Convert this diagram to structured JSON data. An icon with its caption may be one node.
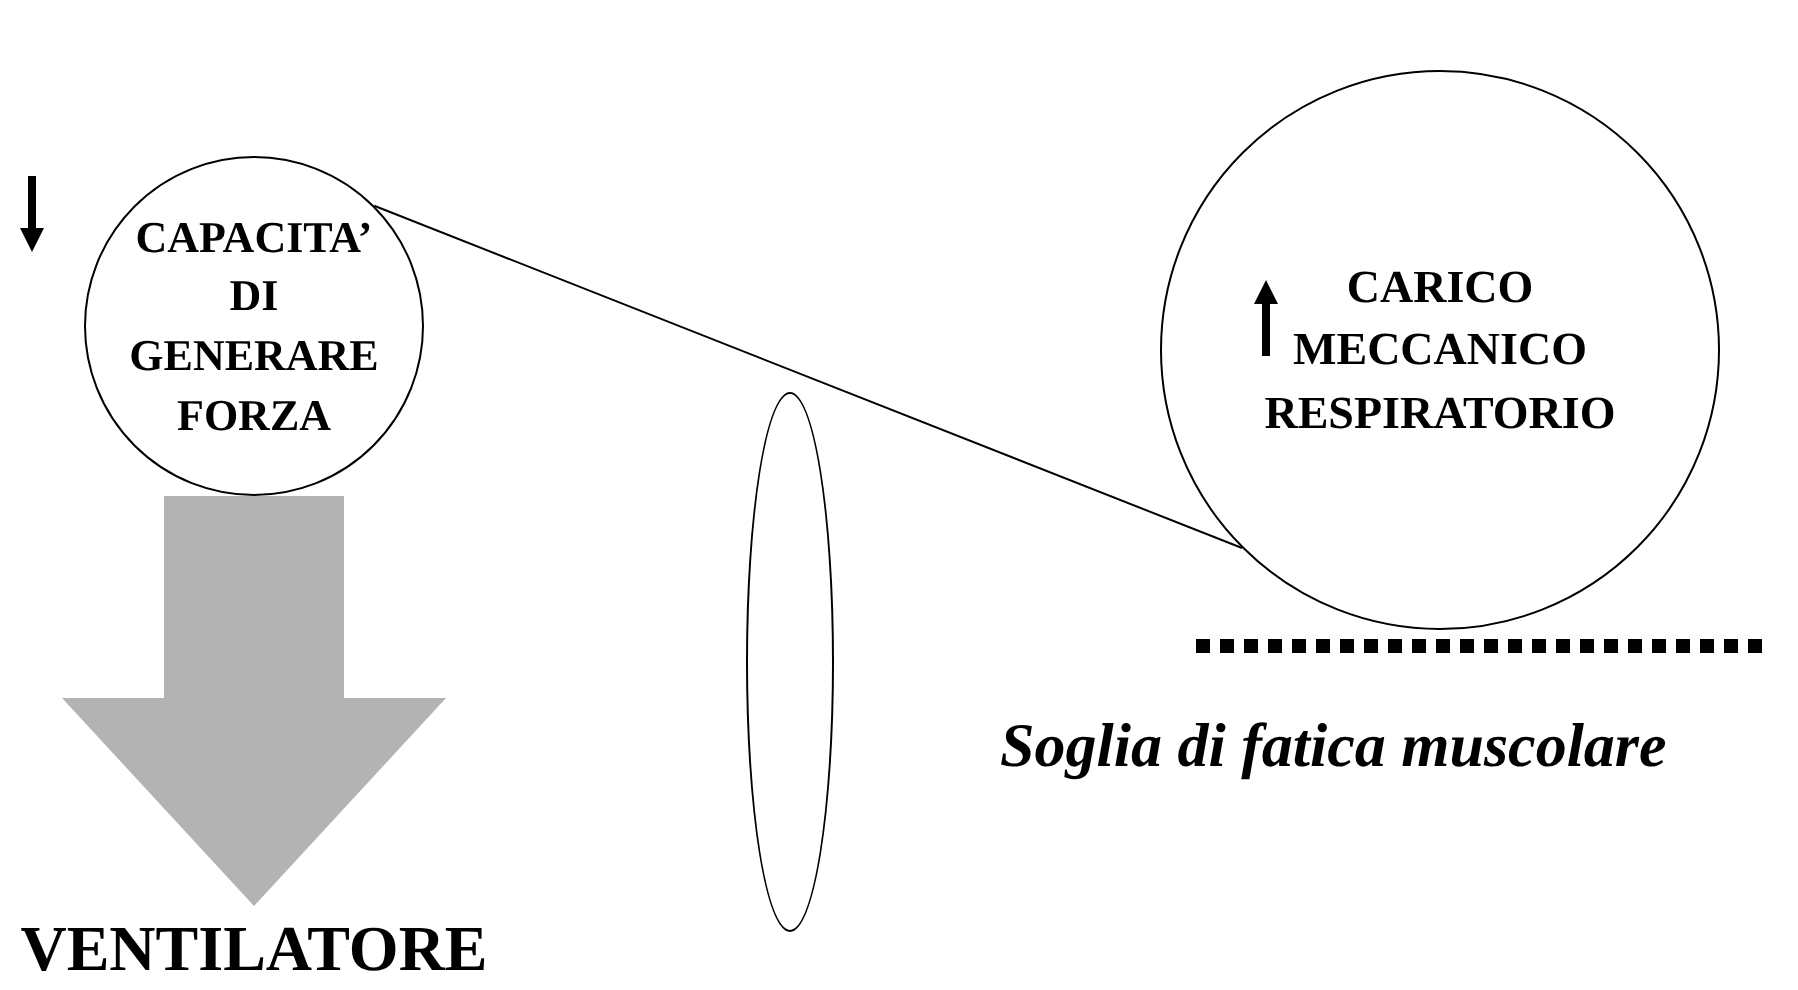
{
  "diagram": {
    "nodes": [
      {
        "text": [
          "CAPACITA’ DI GENERARE FORZA"
        ]
      },
      {
        "text": [],
        "shape": "ellipse"
      },
      {
        "text": [
          "CARICO MECCANICO RESPIRATORIO"
        ]
      },
      {
        "text": [
          "VENTILATORE"
        ]
      }
    ],
    "edges": [
      {
        "from": 0,
        "to": 2,
        "arrow": "none"
      },
      {
        "from": 0,
        "to": 3,
        "arrow": "to",
        "style": "thick",
        "color": "#b3b3b3"
      }
    ],
    "labels": [
      "Soglia di fatica muscolare"
    ]
  }
}
